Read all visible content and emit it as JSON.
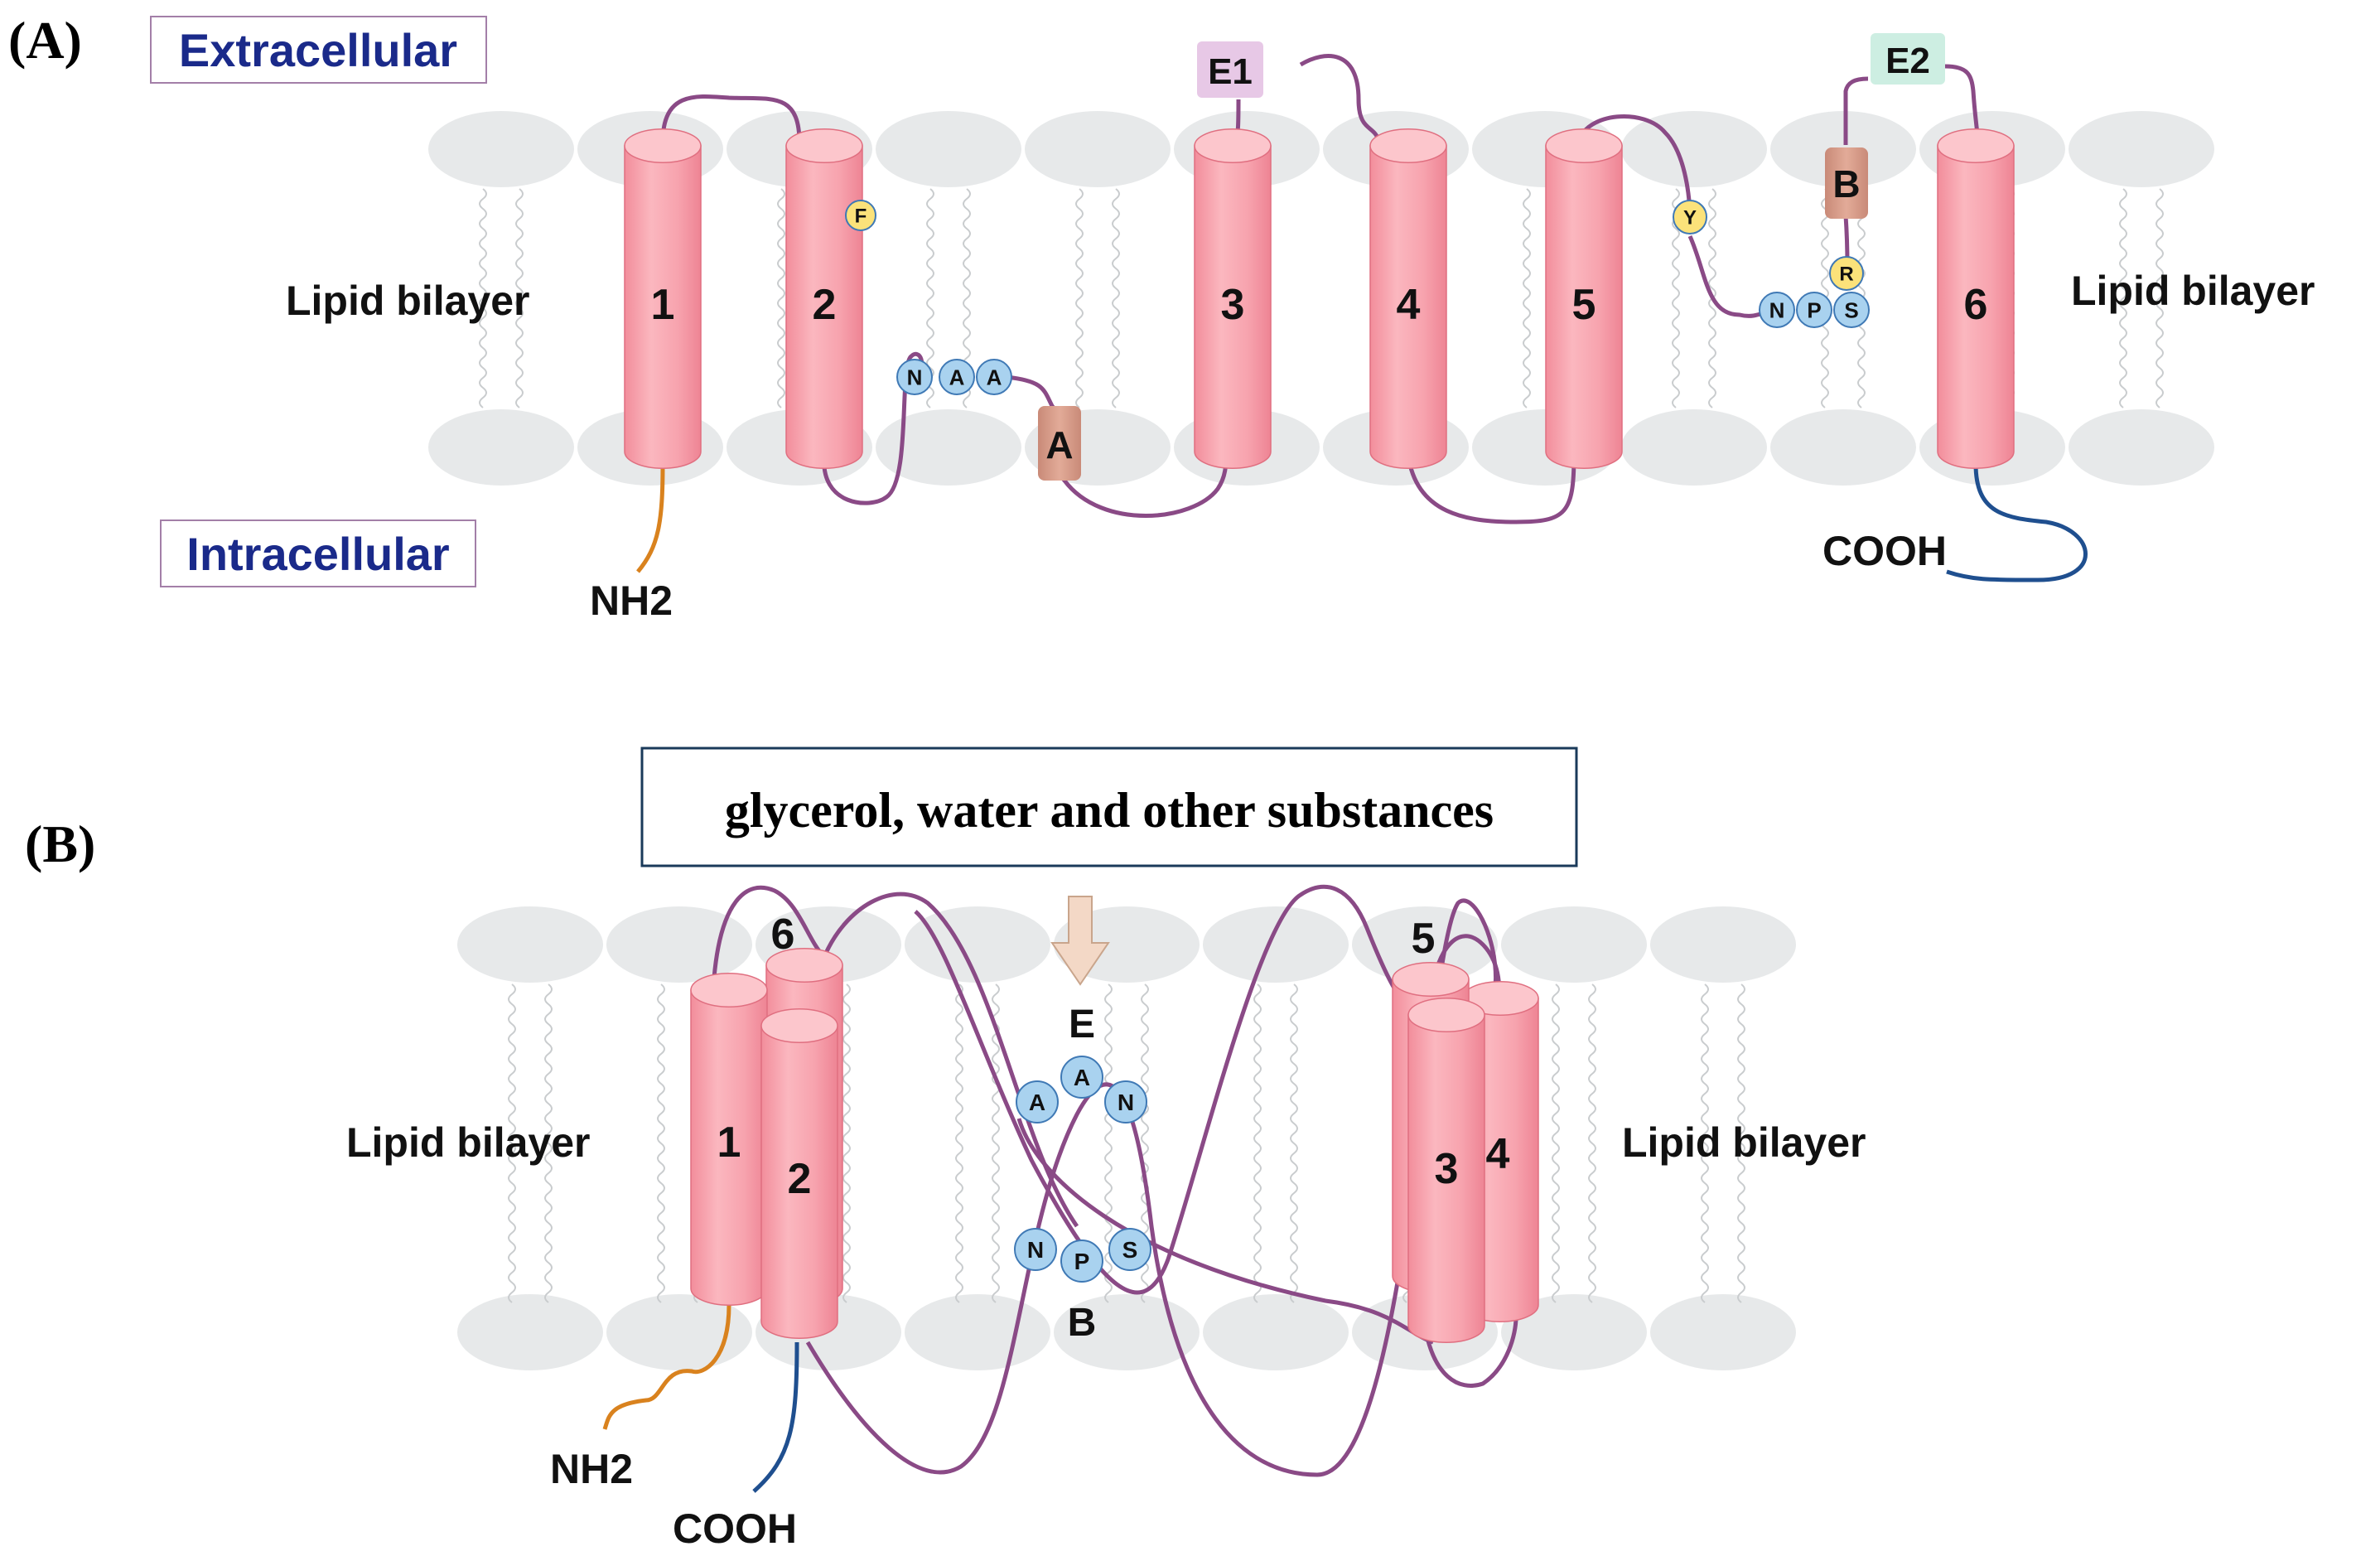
{
  "panel_a": {
    "panel_label": "(A)",
    "extracellular": "Extracellular",
    "intracellular": "Intracellular",
    "lipid_left": "Lipid  bilayer",
    "lipid_right": "Lipid  bilayer",
    "helices": [
      "1",
      "2",
      "3",
      "4",
      "5",
      "6"
    ],
    "loop_labels": {
      "e1": "E1",
      "e2": "E2",
      "a": "A",
      "b": "B"
    },
    "npa_motif": [
      "N",
      "A",
      "A"
    ],
    "nps_motif": [
      "N",
      "P",
      "S"
    ],
    "residues": {
      "f": "F",
      "y": "Y",
      "r": "R"
    },
    "nterm": "NH2",
    "cterm": "COOH"
  },
  "panel_b": {
    "panel_label": "(B)",
    "substances": "glycerol, water and other substances",
    "lipid_left": "Lipid  bilayer",
    "lipid_right": "Lipid  bilayer",
    "helices": [
      "1",
      "2",
      "3",
      "4",
      "5",
      "6"
    ],
    "e_label": "E",
    "b_label": "B",
    "aan_motif": [
      "A",
      "A",
      "N"
    ],
    "nps_motif": [
      "N",
      "P",
      "S"
    ],
    "nterm": "NH2",
    "cterm": "COOH"
  },
  "colors": {
    "helix": "#f7a6b0",
    "loop": "#8a4a86",
    "nterm_line": "#d9821e",
    "cterm_line": "#1f4f8f",
    "lipid": "#e7e9ea",
    "motif_bubble": "#a9d2ef",
    "residue_bubble": "#fbe27a",
    "e1_box": "#e7c8e6",
    "e2_box": "#cdeee2",
    "ab_box": "#d9a08e",
    "arrow": "#f3d8c6"
  }
}
